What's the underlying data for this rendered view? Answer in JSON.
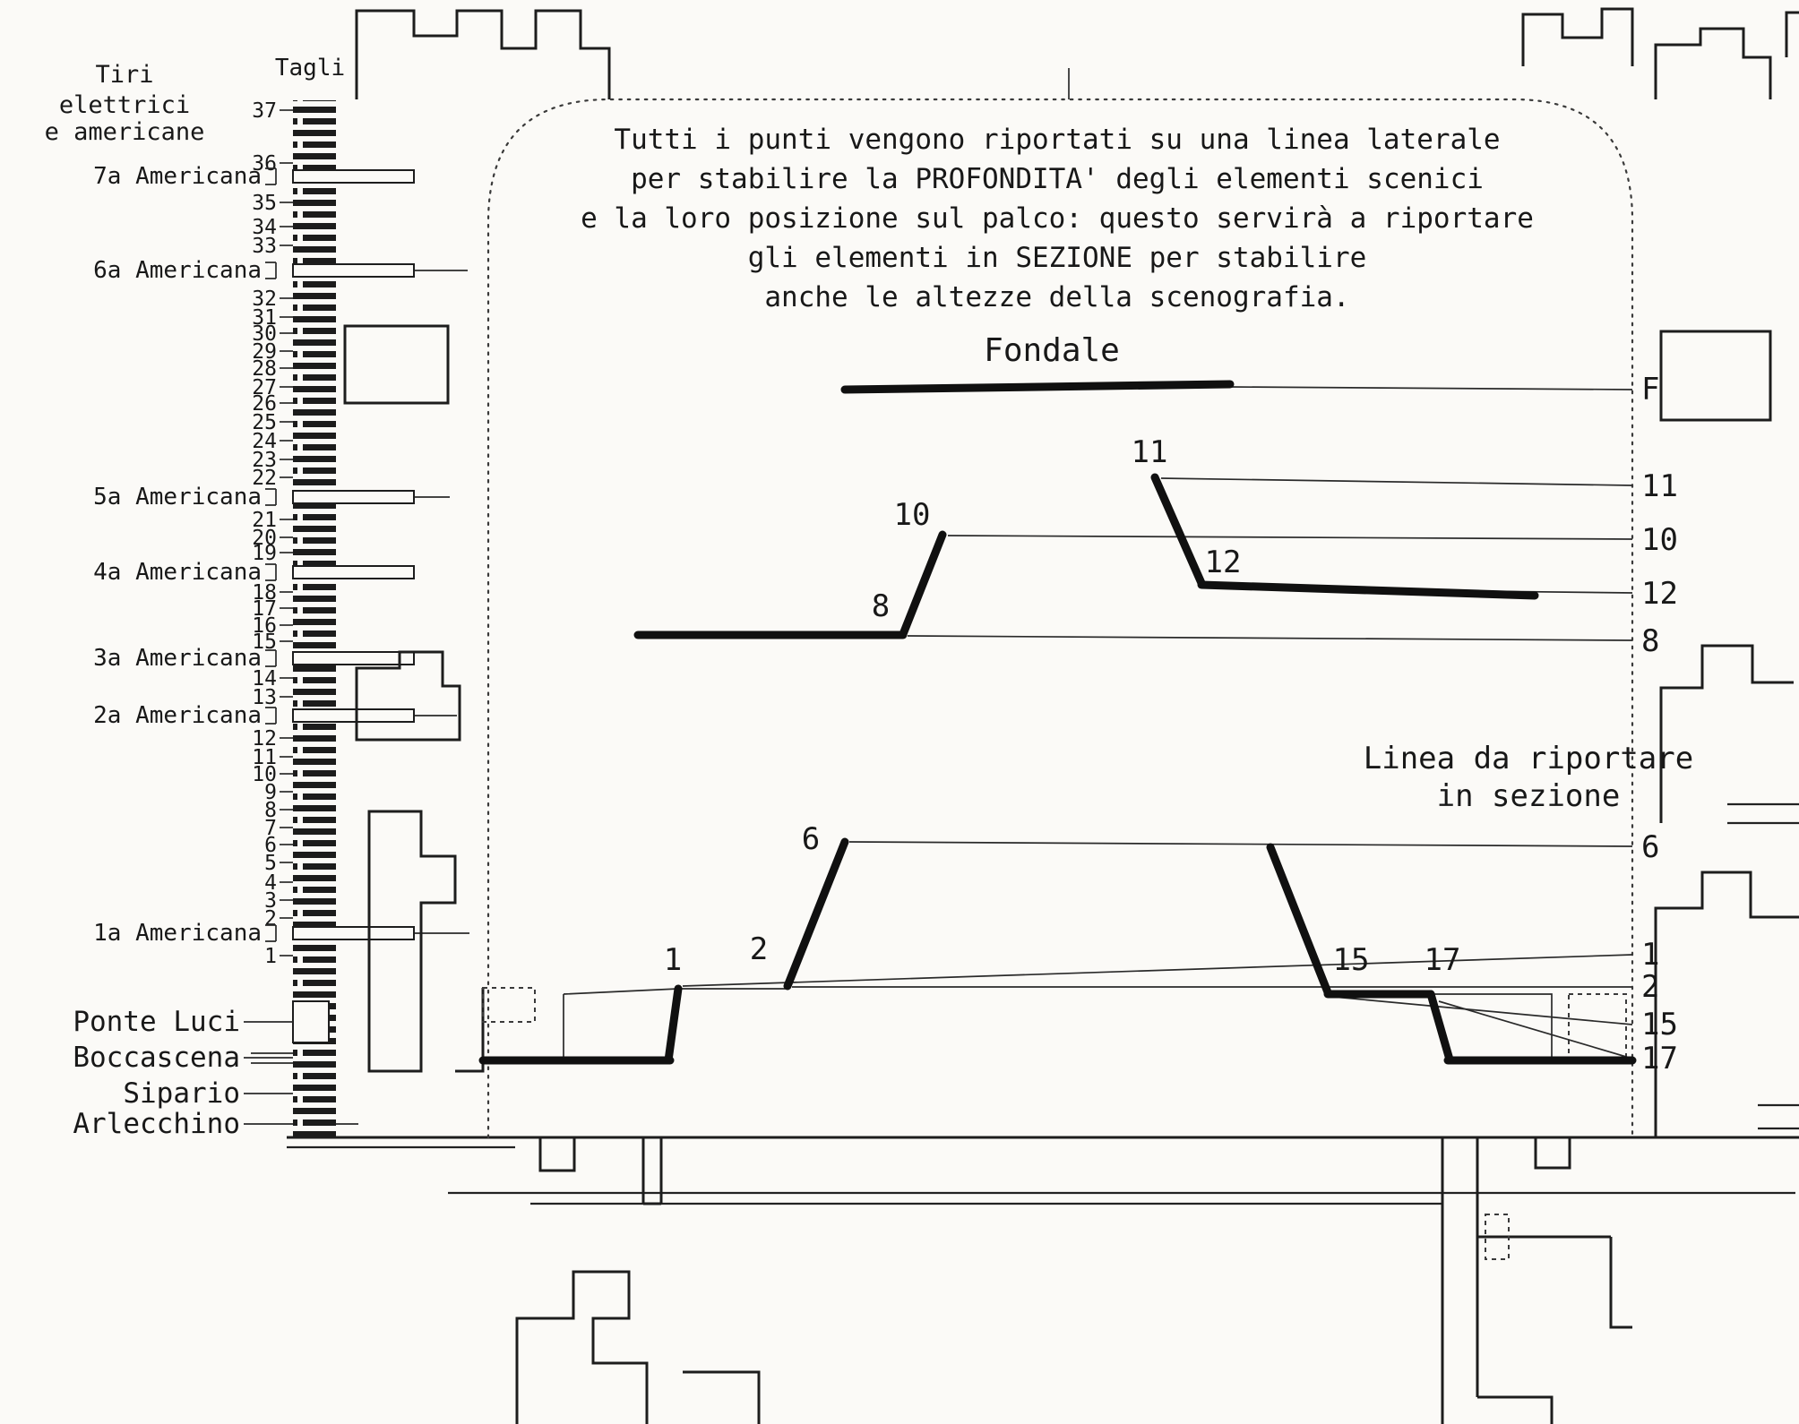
{
  "left_panel": {
    "title_lines": [
      "Tiri",
      "elettrici",
      "e americane"
    ],
    "tagli_label": "Tagli",
    "batten_numbers": [
      "37",
      "36",
      "35",
      "34",
      "33",
      "32",
      "31",
      "30",
      "29",
      "28",
      "27",
      "26",
      "25",
      "24",
      "23",
      "22",
      "21",
      "20",
      "19",
      "18",
      "17",
      "16",
      "15",
      "14",
      "13",
      "12",
      "11",
      "10",
      "9",
      "8",
      "7",
      "6",
      "5",
      "4",
      "3",
      "2",
      "1"
    ],
    "americana_labels": [
      "7a Americana",
      "6a Americana",
      "5a Americana",
      "4a Americana",
      "3a Americana",
      "2a Americana",
      "1a Americana"
    ],
    "bottom_labels": [
      "Ponte Luci",
      "Boccascena",
      "Sipario",
      "Arlecchino"
    ]
  },
  "note": {
    "lines": [
      "Tutti i punti vengono riportati su una linea laterale",
      "per stabilire la PROFONDITA' degli elementi scenici",
      "e la loro posizione sul palco: questo servirà a riportare",
      "gli elementi in SEZIONE per stabilire",
      "anche le altezze della scenografia."
    ]
  },
  "plan": {
    "fondale_label": "Fondale",
    "sezione_lines": [
      "Linea da riportare",
      "in sezione"
    ],
    "point_labels": {
      "p11": "11",
      "p10": "10",
      "p8": "8",
      "p12": "12",
      "p6": "6",
      "p1": "1",
      "p2": "2",
      "p15": "15",
      "p17": "17"
    },
    "edge_labels": {
      "f": "F",
      "n11": "11",
      "n10": "10",
      "n12": "12",
      "n8": "8",
      "n6": "6",
      "n1": "1",
      "n2": "2",
      "n15": "15",
      "n17": "17"
    }
  }
}
